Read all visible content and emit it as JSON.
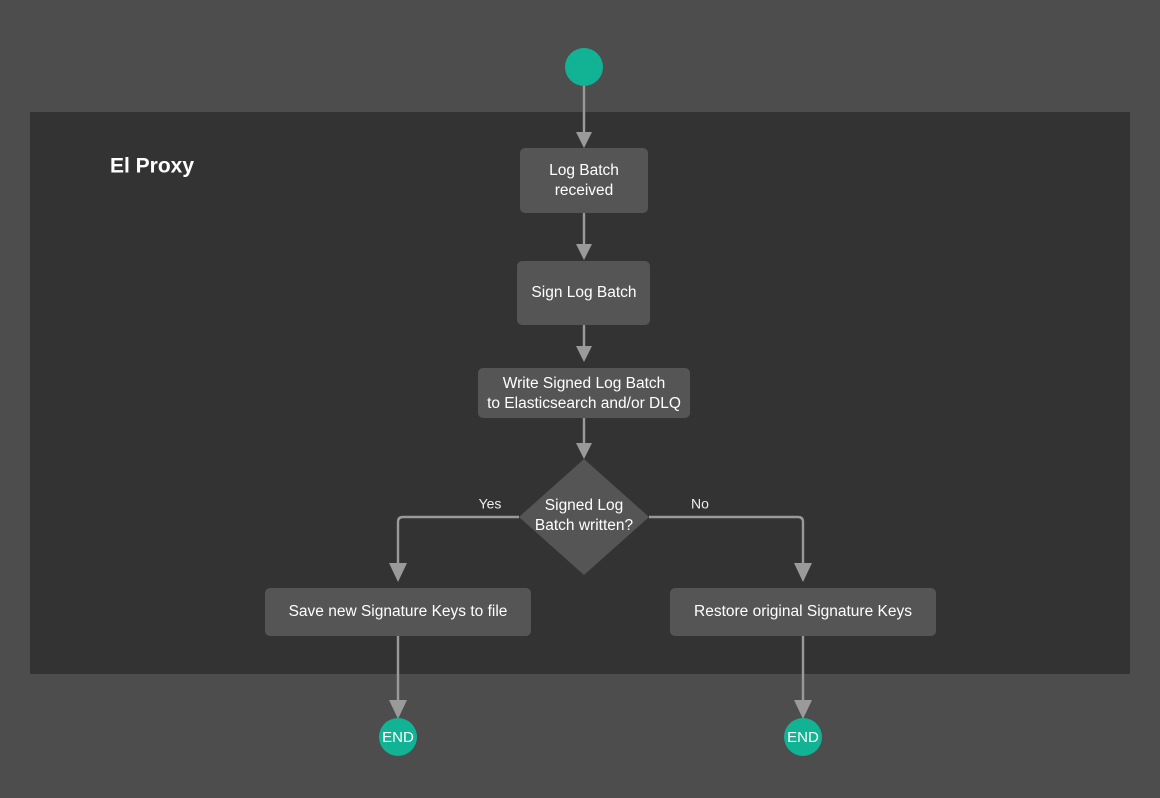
{
  "diagram": {
    "type": "flowchart",
    "direction": "top-down",
    "background_color": "#4d4d4d",
    "subgraph": {
      "title": "El Proxy",
      "fill_color": "#333333"
    },
    "colors": {
      "node_fill": "#555555",
      "terminal_fill": "#11b394",
      "edge_stroke": "#9a9a9a",
      "text": "#ffffff"
    },
    "nodes": {
      "start": {
        "label": "",
        "shape": "circle"
      },
      "log_batch_received": {
        "label_line1": "Log Batch",
        "label_line2": "received",
        "shape": "rounded-rect"
      },
      "sign_log_batch": {
        "label_line1": "Sign Log Batch",
        "label_line2": "",
        "shape": "rounded-rect"
      },
      "write_signed": {
        "label_line1": "Write Signed Log Batch",
        "label_line2": "to Elasticsearch and/or DLQ",
        "shape": "rounded-rect"
      },
      "decision": {
        "label_line1": "Signed Log",
        "label_line2": "Batch written?",
        "shape": "diamond"
      },
      "save_keys": {
        "label_line1": "Save new Signature Keys to file",
        "label_line2": "",
        "shape": "rounded-rect"
      },
      "restore_keys": {
        "label_line1": "Restore original Signature Keys",
        "label_line2": "",
        "shape": "rounded-rect"
      },
      "end_left": {
        "label": "END",
        "shape": "circle"
      },
      "end_right": {
        "label": "END",
        "shape": "circle"
      }
    },
    "edge_labels": {
      "yes": "Yes",
      "no": "No"
    }
  }
}
